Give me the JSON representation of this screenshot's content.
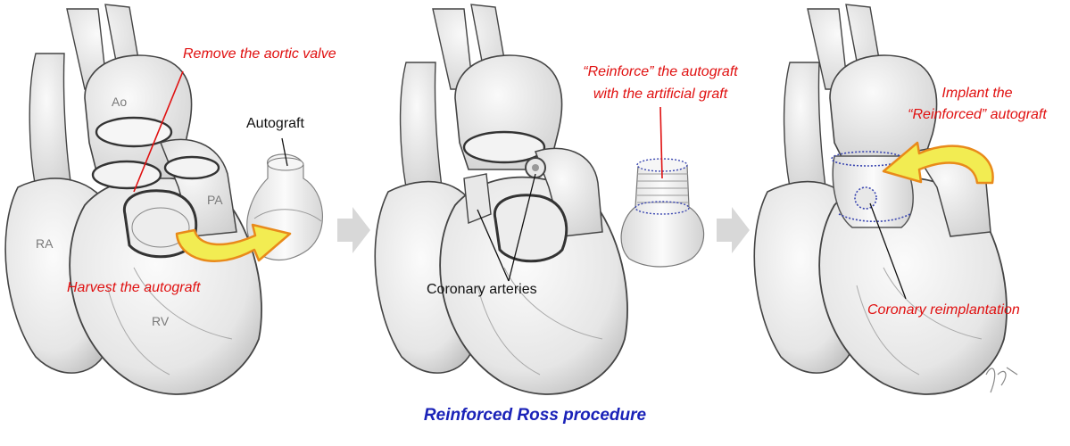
{
  "caption": "Reinforced Ross procedure",
  "colors": {
    "annotation": "#e01010",
    "caption": "#1a22b8",
    "arrow_fill": "#f2ec52",
    "arrow_outline": "#e98a1a",
    "stitch": "#3a46b0",
    "flow_arrow": "#d8d8d8"
  },
  "panels": [
    {
      "anatomy_labels": [
        "Ao",
        "PA",
        "RA",
        "RV"
      ],
      "annotations": [
        "Remove the aortic valve",
        "Harvest the autograft"
      ],
      "callouts": [
        "Autograft"
      ]
    },
    {
      "annotations": [
        "“Reinforce” the autograft",
        "with the artificial graft"
      ],
      "callouts": [
        "Coronary arteries"
      ]
    },
    {
      "annotations": [
        "Implant the",
        "“Reinforced” autograft",
        "Coronary reimplantation"
      ]
    }
  ],
  "flow_icons": [
    "right-arrow-icon",
    "right-arrow-icon"
  ]
}
